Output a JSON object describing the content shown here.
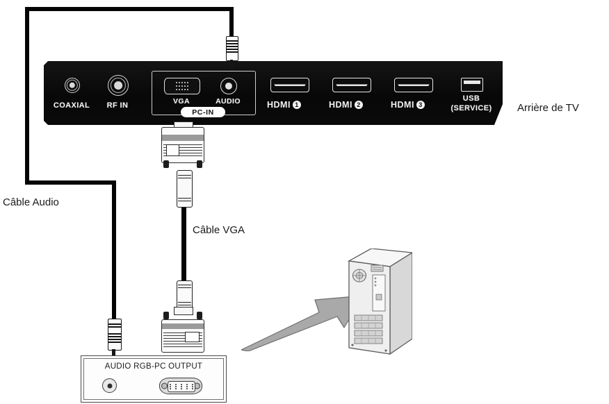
{
  "diagram": {
    "title": "VGA / PC connection diagram",
    "language": "fr",
    "labels": {
      "tv_rear": "Arrière de TV",
      "audio_cable": "Câble Audio",
      "vga_cable": "Câble VGA"
    }
  },
  "tv_panel": {
    "background_color": "#0c0c0c",
    "text_color": "#f2f2f2",
    "ports": [
      {
        "id": "coaxial",
        "label": "COAXIAL",
        "type": "coaxial-jack"
      },
      {
        "id": "rf-in",
        "label": "RF IN",
        "type": "coaxial-jack"
      },
      {
        "id": "vga",
        "label": "VGA",
        "type": "vga-port"
      },
      {
        "id": "audio",
        "label": "AUDIO",
        "type": "audio-jack"
      },
      {
        "id": "hdmi1",
        "label": "HDMI",
        "number": "1",
        "type": "hdmi-port"
      },
      {
        "id": "hdmi2",
        "label": "HDMI",
        "number": "2",
        "type": "hdmi-port"
      },
      {
        "id": "hdmi3",
        "label": "HDMI",
        "number": "3",
        "type": "hdmi-port"
      },
      {
        "id": "usb",
        "label": "USB",
        "sublabel": "(SERVICE)",
        "type": "usb-port"
      }
    ],
    "group_badge": "PC-IN"
  },
  "device_panel": {
    "label": "AUDIO RGB-PC OUTPUT",
    "ports": [
      {
        "id": "device-audio-out",
        "type": "audio-jack"
      },
      {
        "id": "device-vga-out",
        "type": "vga-port"
      }
    ]
  },
  "pc": {
    "name": "desktop-computer-tower"
  },
  "colors": {
    "panel_black": "#0c0c0c",
    "cable_black": "#050505",
    "label_text": "#1a1a1a",
    "arrow_gray": "#a9a9a9",
    "pc_body": "#ededed"
  }
}
